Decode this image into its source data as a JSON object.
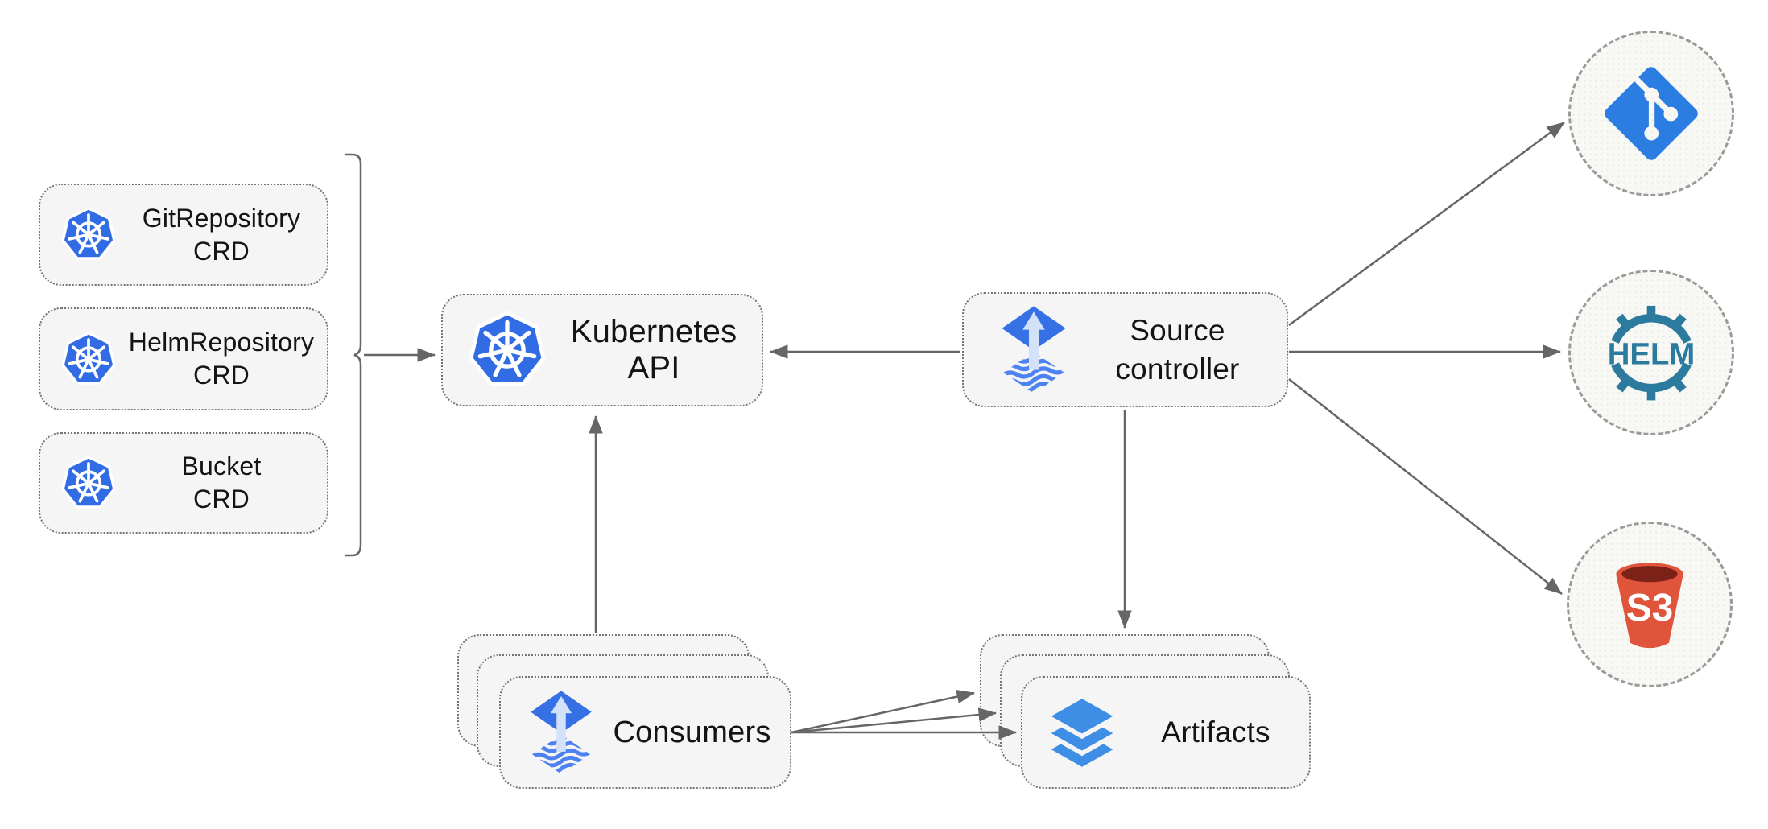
{
  "diagram": {
    "crd_boxes": [
      {
        "name": "GitRepository",
        "type": "CRD"
      },
      {
        "name": "HelmRepository",
        "type": "CRD"
      },
      {
        "name": "Bucket",
        "type": "CRD"
      }
    ],
    "kubernetes_api": {
      "label": "Kubernetes API"
    },
    "source_controller": {
      "line1": "Source",
      "line2": "controller"
    },
    "consumers": {
      "label": "Consumers"
    },
    "artifacts": {
      "label": "Artifacts"
    },
    "external_sources": {
      "helm_text": "HELM",
      "s3_text": "S3"
    },
    "colors": {
      "kubernetes_blue": "#326CE5",
      "flux_blue": "#3570E4",
      "flux_wave_blue": "#4D82F2",
      "flux_arrow_light": "#D3E2F9",
      "layers_blue": "#3E8EE6",
      "git_blue": "#2B7DE1",
      "helm_teal": "#2C7A9E",
      "s3_red": "#E0543C",
      "s3_dark_red": "#7C2117",
      "arrow_gray": "#666666",
      "box_fill": "#F5F5F5",
      "border_gray": "#757575",
      "circle_fill": "#F8F8F5"
    }
  }
}
